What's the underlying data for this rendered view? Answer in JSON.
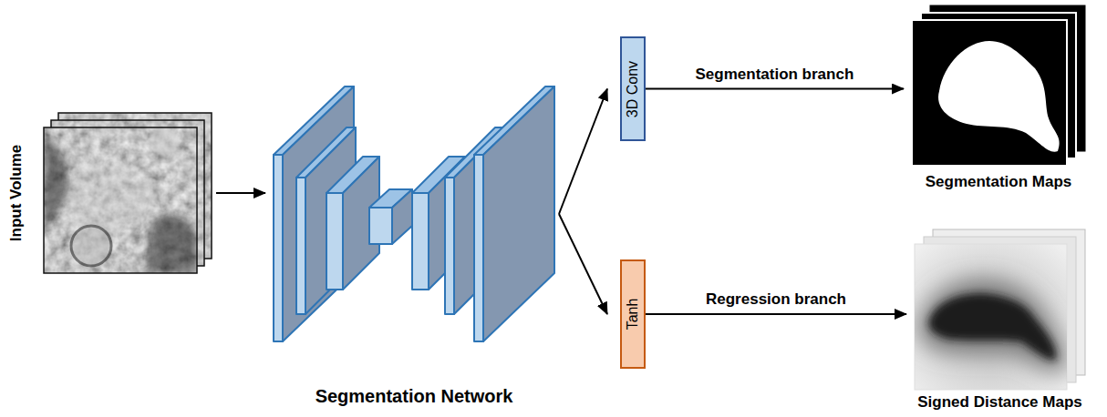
{
  "diagram": {
    "nodes": [
      {
        "text": [
          "Input Volume"
        ]
      },
      {
        "text": [
          "Segmentation Network"
        ]
      },
      {
        "text": [
          "3D Conv"
        ]
      },
      {
        "text": [
          "Tanh"
        ]
      },
      {
        "text": [
          "Segmentation Maps"
        ]
      },
      {
        "text": [
          "Signed Distance Maps"
        ]
      }
    ],
    "edges": [
      {
        "from": 0,
        "to": 1,
        "arrow": "to"
      },
      {
        "from": 1,
        "to": 2,
        "arrow": "to"
      },
      {
        "from": 1,
        "to": 3,
        "arrow": "to"
      },
      {
        "from": 2,
        "to": 4,
        "arrow": "to",
        "label": "Segmentation branch"
      },
      {
        "from": 3,
        "to": 5,
        "arrow": "to",
        "label": "Regression branch"
      }
    ]
  }
}
